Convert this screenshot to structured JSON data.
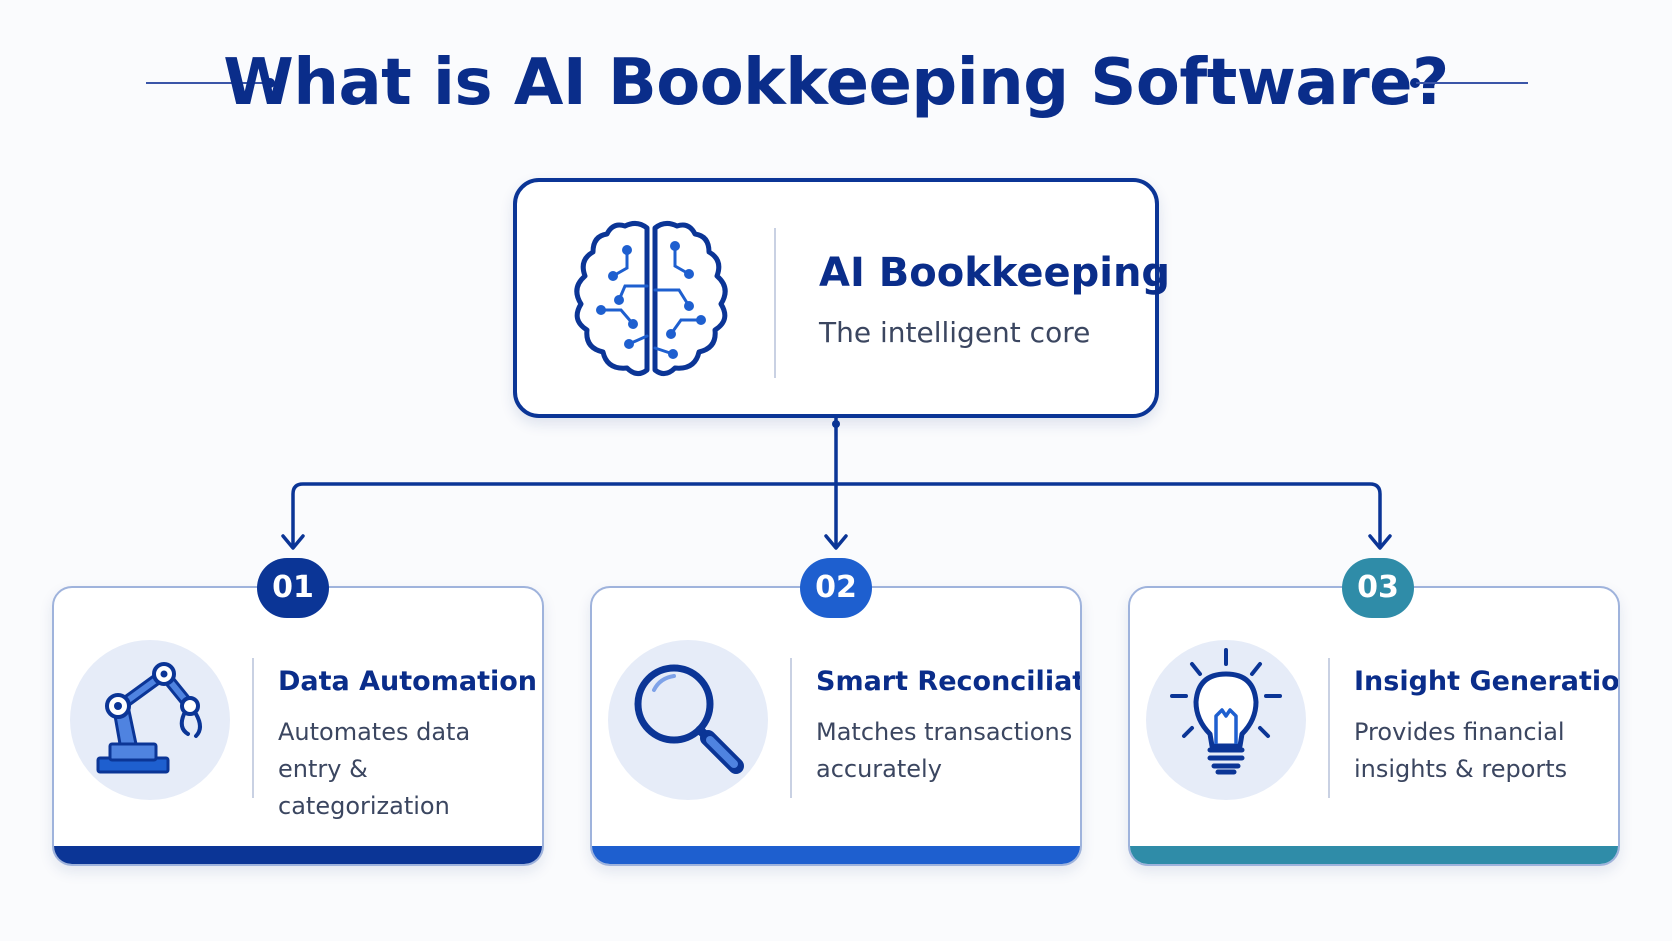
{
  "title": "What is AI Bookkeeping Software?",
  "colors": {
    "navy": "#0a2d8a",
    "blue": "#1e5fcf",
    "teal": "#2f8ca8",
    "icon_circle": "#e6ecf8"
  },
  "core": {
    "icon": "brain-circuit-icon",
    "title": "AI Bookkeeping",
    "subtitle": "The intelligent core"
  },
  "steps": [
    {
      "number": "01",
      "icon": "robot-arm-icon",
      "title": "Data Automation",
      "description": "Automates data entry & categorization",
      "accent": "#0b3596"
    },
    {
      "number": "02",
      "icon": "magnifier-icon",
      "title": "Smart Reconciliation",
      "description": "Matches transactions accurately",
      "accent": "#1e5fcf"
    },
    {
      "number": "03",
      "icon": "lightbulb-icon",
      "title": "Insight Generation",
      "description": "Provides financial insights & reports",
      "accent": "#2f8ca8"
    }
  ]
}
